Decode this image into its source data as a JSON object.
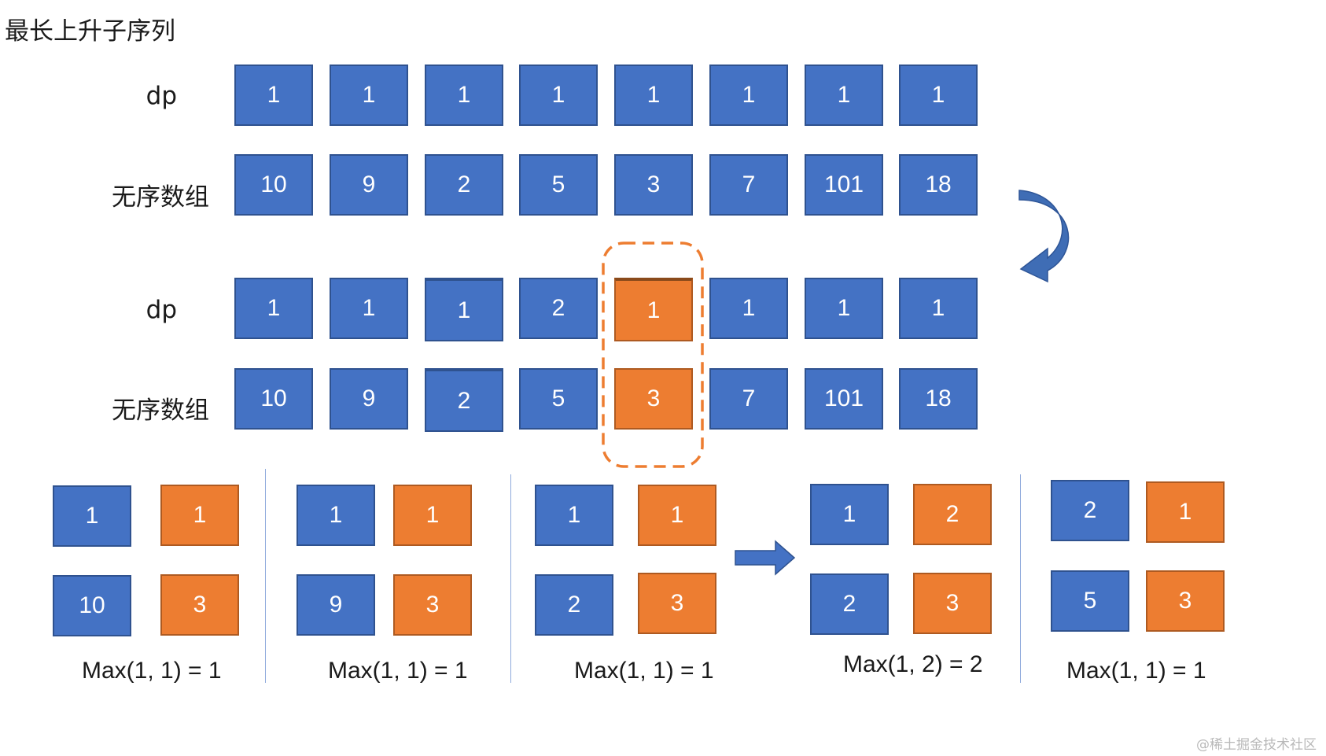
{
  "title": "最长上升子序列",
  "top_section": {
    "dp_label": "dp",
    "array_label": "无序数组",
    "dp_values": [
      "1",
      "1",
      "1",
      "1",
      "1",
      "1",
      "1",
      "1"
    ],
    "array_values": [
      "10",
      "9",
      "2",
      "5",
      "3",
      "7",
      "101",
      "18"
    ]
  },
  "middle_section": {
    "dp_label": "dp",
    "array_label": "无序数组",
    "dp_values": [
      "1",
      "1",
      "1",
      "2",
      "1",
      "1",
      "1",
      "1"
    ],
    "array_values": [
      "10",
      "9",
      "2",
      "5",
      "3",
      "7",
      "101",
      "18"
    ],
    "highlight_index": 4
  },
  "comparisons": [
    {
      "dp_prev": "1",
      "dp_cur": "1",
      "val_prev": "10",
      "val_cur": "3",
      "caption": "Max(1, 1) = 1"
    },
    {
      "dp_prev": "1",
      "dp_cur": "1",
      "val_prev": "9",
      "val_cur": "3",
      "caption": "Max(1, 1) = 1"
    },
    {
      "dp_prev": "1",
      "dp_cur": "1",
      "val_prev": "2",
      "val_cur": "3",
      "caption": "Max(1, 1) = 1"
    },
    {
      "dp_prev": "1",
      "dp_cur": "2",
      "val_prev": "2",
      "val_cur": "3",
      "caption": "Max(1, 2) = 2"
    },
    {
      "dp_prev": "2",
      "dp_cur": "1",
      "val_prev": "5",
      "val_cur": "3",
      "caption": "Max(1, 1) = 1"
    }
  ],
  "colors": {
    "blue": "#4472C4",
    "orange": "#ED7D31",
    "arrow": "#3F6DB5"
  },
  "watermark": "@稀土掘金技术社区"
}
